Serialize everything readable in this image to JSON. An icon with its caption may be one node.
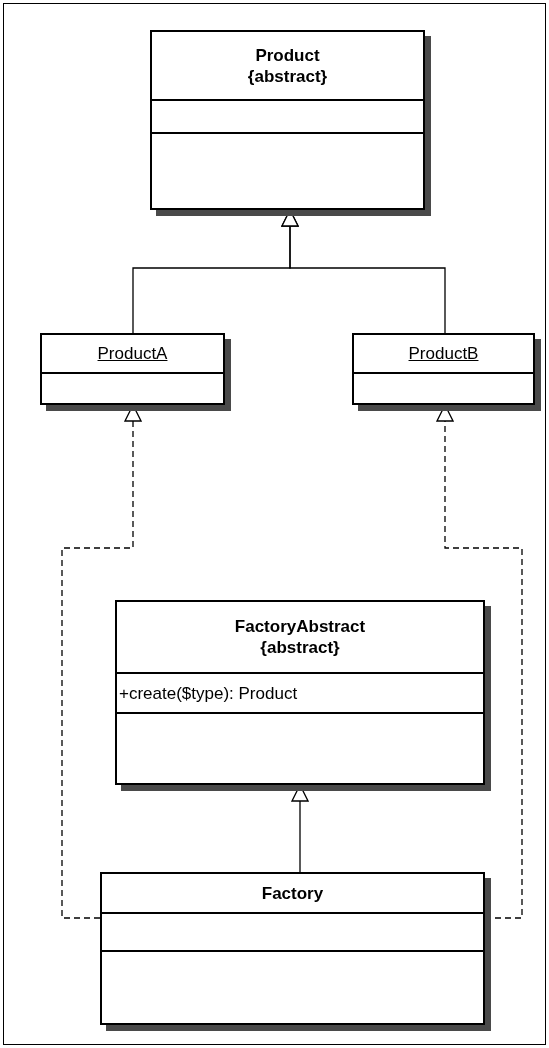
{
  "diagram": {
    "nodes": [
      {
        "text": [
          "Product",
          "{abstract}"
        ]
      },
      {
        "text": [
          "ProductA"
        ]
      },
      {
        "text": [
          "ProductB"
        ]
      },
      {
        "text": [
          "FactoryAbstract",
          "{abstract}",
          "+create($type): Product"
        ]
      },
      {
        "text": [
          "Factory"
        ]
      }
    ],
    "edges": [
      {
        "from": 1,
        "to": 0,
        "arrow": "to"
      },
      {
        "from": 2,
        "to": 0,
        "arrow": "to"
      },
      {
        "from": 4,
        "to": 1,
        "arrow": "to",
        "style": "dashed"
      },
      {
        "from": 4,
        "to": 2,
        "arrow": "to",
        "style": "dashed"
      },
      {
        "from": 4,
        "to": 3,
        "arrow": "to"
      }
    ]
  }
}
